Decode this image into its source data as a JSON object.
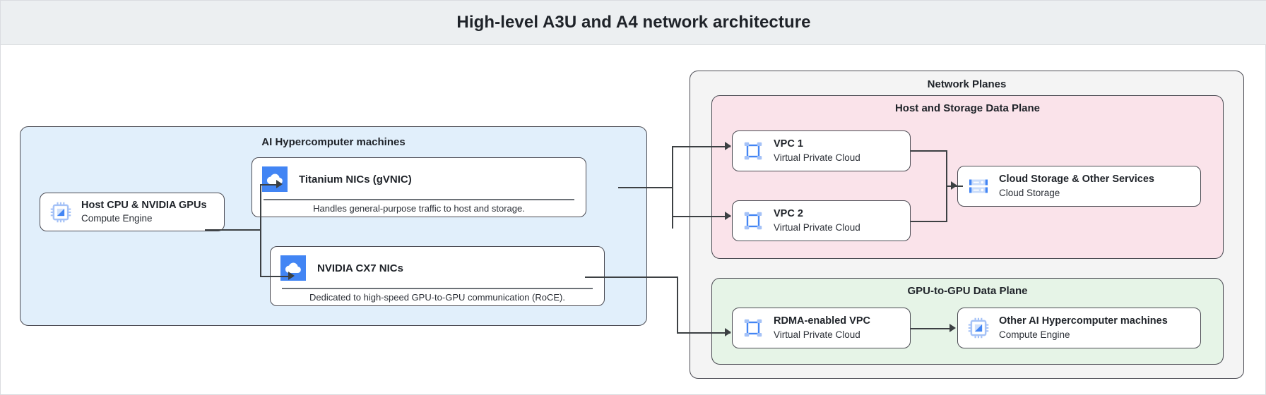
{
  "header": {
    "title": "High-level A3U and A4 network architecture"
  },
  "groups": {
    "machines": {
      "label": "AI Hypercomputer machines"
    },
    "network_planes": {
      "label": "Network Planes"
    },
    "host_storage_plane": {
      "label": "Host and Storage Data Plane"
    },
    "gpu_plane": {
      "label": "GPU-to-GPU Data Plane"
    }
  },
  "nodes": {
    "host_cpu": {
      "title": "Host CPU & NVIDIA GPUs",
      "subtitle": "Compute Engine",
      "icon": "chip-icon"
    },
    "vpc1": {
      "title": "VPC 1",
      "subtitle": "Virtual Private Cloud",
      "icon": "vpc-icon"
    },
    "vpc2": {
      "title": "VPC 2",
      "subtitle": "Virtual Private Cloud",
      "icon": "vpc-icon"
    },
    "cloud_storage": {
      "title": "Cloud Storage & Other Services",
      "subtitle": "Cloud Storage",
      "icon": "storage-icon"
    },
    "rdma_vpc": {
      "title": "RDMA-enabled VPC",
      "subtitle": "Virtual Private Cloud",
      "icon": "vpc-icon"
    },
    "other_machines": {
      "title": "Other AI Hypercomputer machines",
      "subtitle": "Compute Engine",
      "icon": "chip-icon"
    }
  },
  "nic_cards": {
    "titanium": {
      "title": "Titanium NICs (gVNIC)",
      "caption": "Handles general-purpose traffic to host and storage.",
      "icon": "cloud-icon"
    },
    "cx7": {
      "title": "NVIDIA CX7 NICs",
      "caption": "Dedicated to high-speed GPU-to-GPU communication (RoCE).",
      "icon": "cloud-icon"
    }
  },
  "colors": {
    "header_bar": "#eceff1",
    "machines_panel": "#e1effb",
    "network_planes_panel": "#f4f4f4",
    "host_storage_panel": "#fae3ea",
    "gpu_panel": "#e6f4e7",
    "node_border": "#4a4a52",
    "connector": "#3c4043",
    "icon_blue": "#4285f4",
    "icon_blue_light": "#a5c2f7"
  }
}
